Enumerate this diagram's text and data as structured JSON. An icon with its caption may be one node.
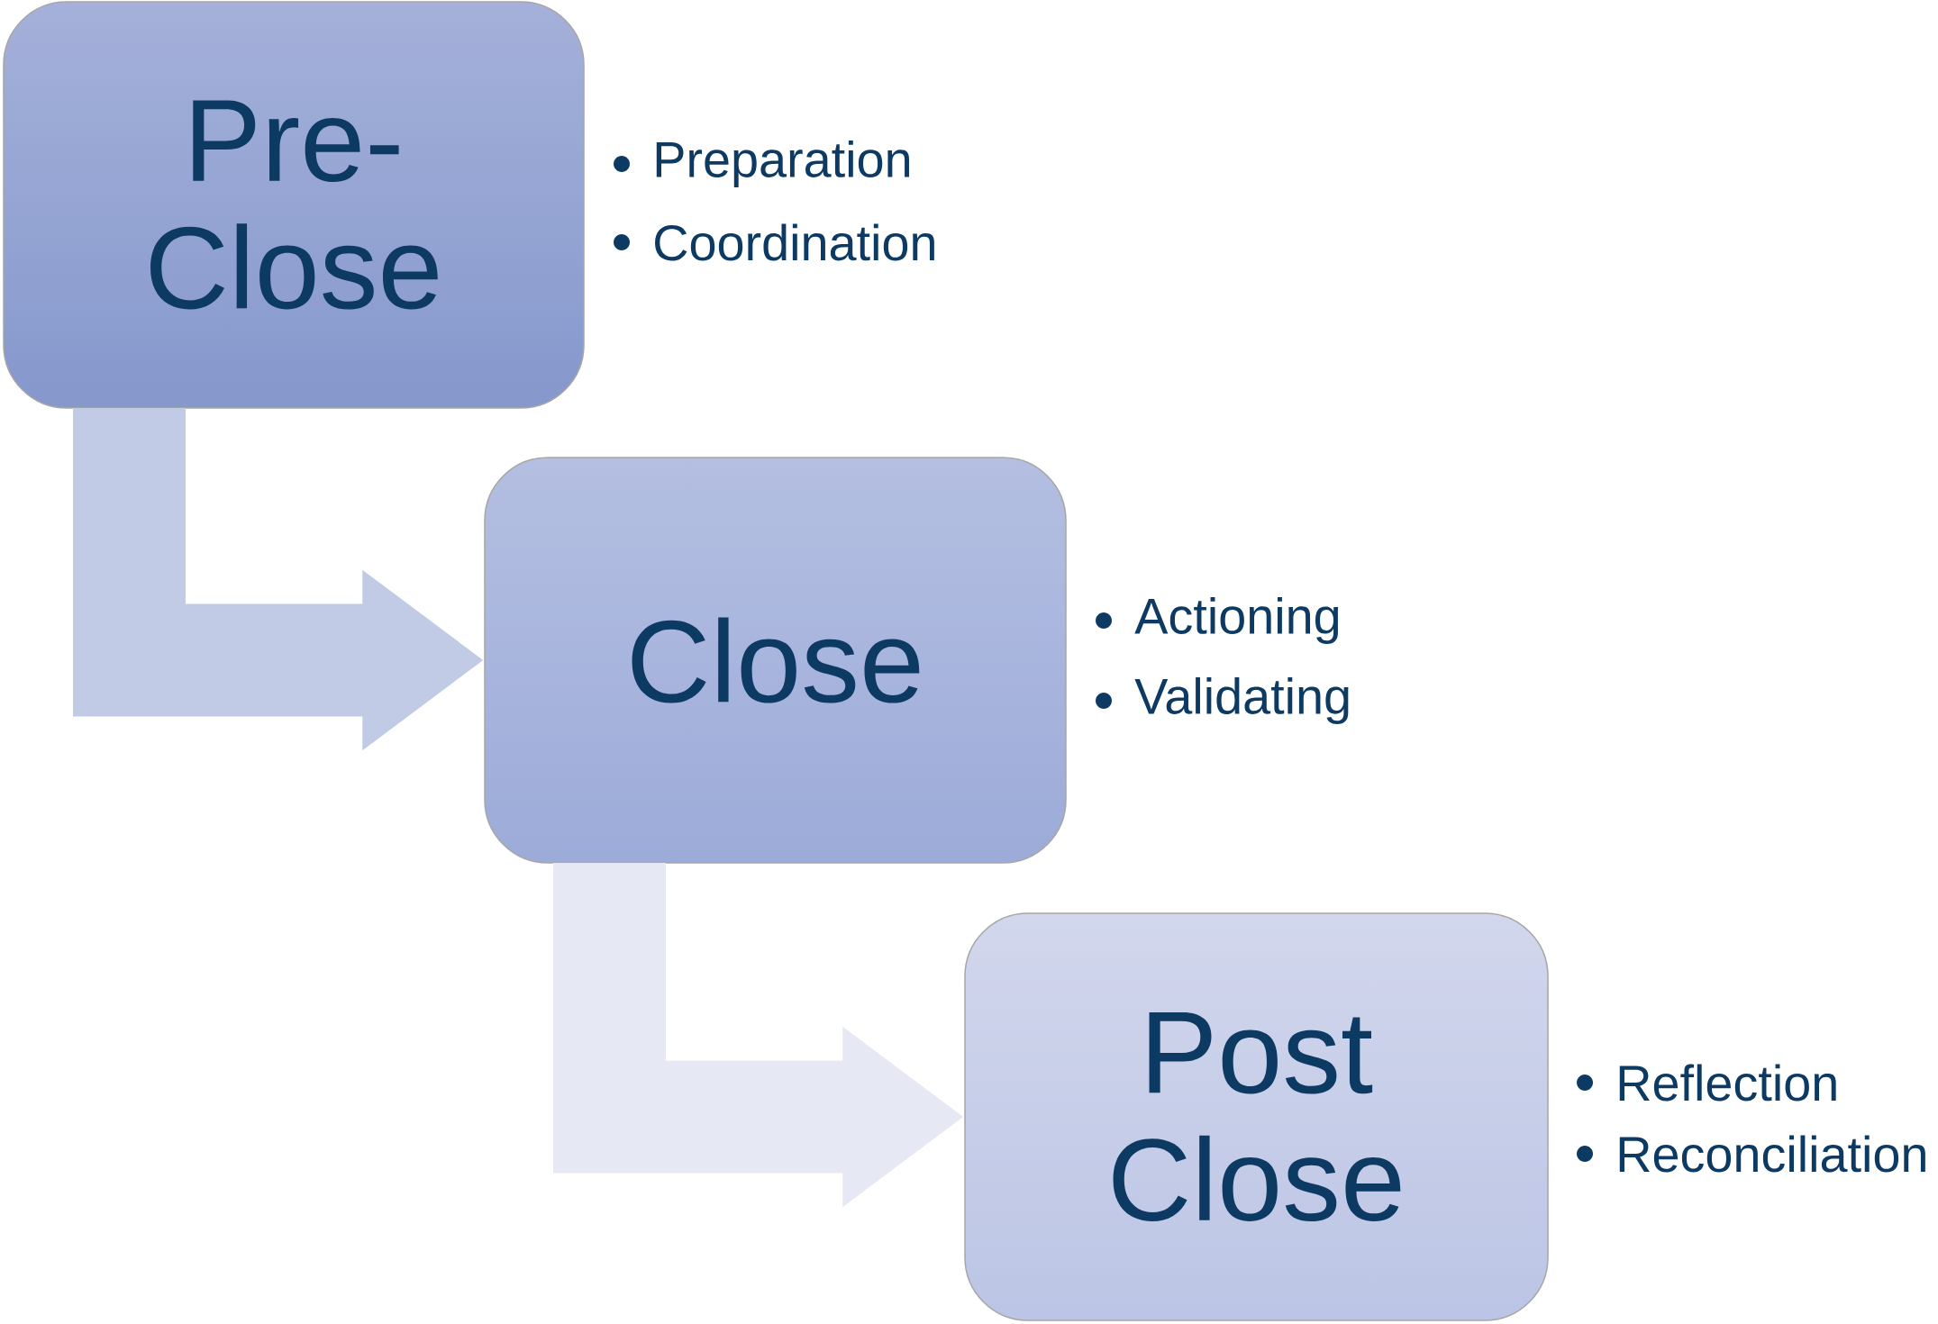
{
  "diagram": {
    "nodes": [
      {
        "text": [
          "Pre- Close"
        ],
        "beside": [
          "Preparation",
          "Coordination"
        ]
      },
      {
        "text": [
          "Close"
        ],
        "beside": [
          "Actioning",
          "Validating"
        ]
      },
      {
        "text": [
          "Post Close"
        ],
        "beside": [
          "Reflection",
          "Reconciliation"
        ]
      }
    ],
    "edges": [
      {
        "from": 0,
        "to": 1,
        "arrow": "to",
        "color": "#c2cbe6"
      },
      {
        "from": 1,
        "to": 2,
        "arrow": "to",
        "color": "#e6e9f4"
      }
    ]
  }
}
